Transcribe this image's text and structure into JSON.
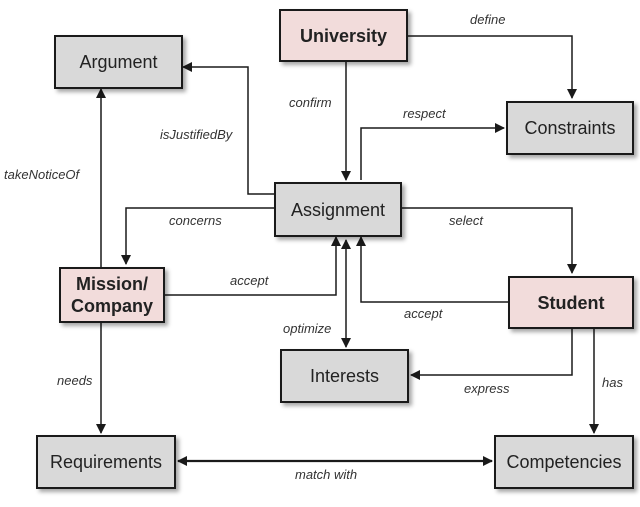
{
  "nodes": {
    "university": "University",
    "argument": "Argument",
    "constraints": "Constraints",
    "assignment": "Assignment",
    "mission_line1": "Mission/",
    "mission_line2": "Company",
    "student": "Student",
    "interests": "Interests",
    "requirements": "Requirements",
    "competencies": "Competencies"
  },
  "edges": {
    "define": "define",
    "confirm": "confirm",
    "respect": "respect",
    "is_justified_by": "isJustifiedBy",
    "take_notice_of": "takeNoticeOf",
    "concerns": "concerns",
    "select": "select",
    "accept_mission": "accept",
    "accept_student": "accept",
    "optimize": "optimize",
    "express": "express",
    "has": "has",
    "needs": "needs",
    "match_with": "match with"
  },
  "colors": {
    "concept_fill": "#d9d9d9",
    "actor_fill": "#f2dcdb",
    "line": "#1a1a1a"
  }
}
